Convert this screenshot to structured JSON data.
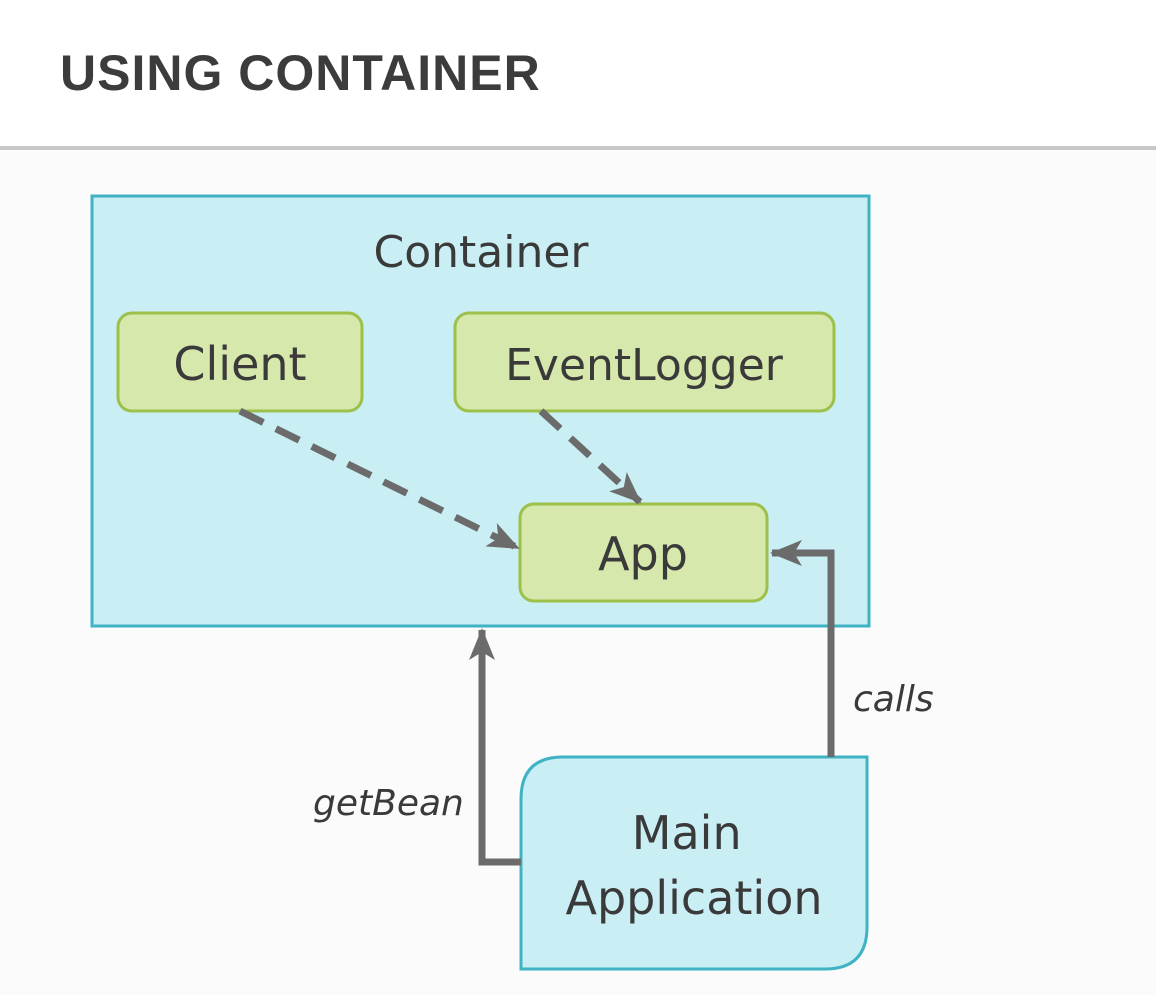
{
  "slide": {
    "title": "USING CONTAINER"
  },
  "diagram": {
    "container_label": "Container",
    "nodes": {
      "client": "Client",
      "event_logger": "EventLogger",
      "app": "App",
      "main_line1": "Main",
      "main_line2": "Application"
    },
    "edges": {
      "calls": "calls",
      "get_bean": "getBean"
    }
  },
  "colors": {
    "container_fill": "#c9eef4",
    "container_stroke": "#3fb3c3",
    "component_fill": "#d6e8ac",
    "component_stroke": "#9cc04a",
    "arrow": "#6b6b6b",
    "text": "#3a3a3a"
  }
}
